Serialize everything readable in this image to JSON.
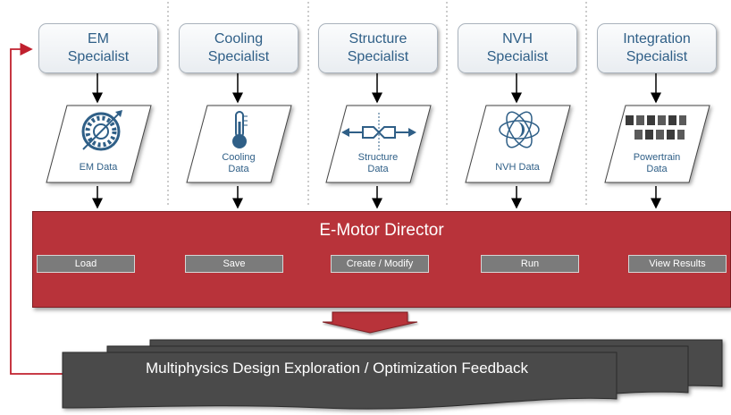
{
  "specialists": [
    {
      "label": "EM\nSpecialist"
    },
    {
      "label": "Cooling\nSpecialist"
    },
    {
      "label": "Structure\nSpecialist"
    },
    {
      "label": "NVH\nSpecialist"
    },
    {
      "label": "Integration\nSpecialist"
    }
  ],
  "data_nodes": [
    {
      "label": "EM Data",
      "icon": "em-motor-icon"
    },
    {
      "label": "Cooling\nData",
      "icon": "thermometer-icon"
    },
    {
      "label": "Structure\nData",
      "icon": "structure-icon"
    },
    {
      "label": "NVH Data",
      "icon": "nvh-icon"
    },
    {
      "label": "Powertrain\nData",
      "icon": "powertrain-icon"
    }
  ],
  "director": {
    "title": "E-Motor Director",
    "buttons": [
      "Load",
      "Save",
      "Create / Modify",
      "Run",
      "View Results"
    ]
  },
  "feedback": {
    "label": "Multiphysics Design Exploration / Optimization Feedback"
  },
  "colors": {
    "director_fill": "#b8333a",
    "specialist_text": "#2f5f87",
    "feedback_arrow": "#c0202e",
    "button_fill": "#7b7b7b"
  }
}
